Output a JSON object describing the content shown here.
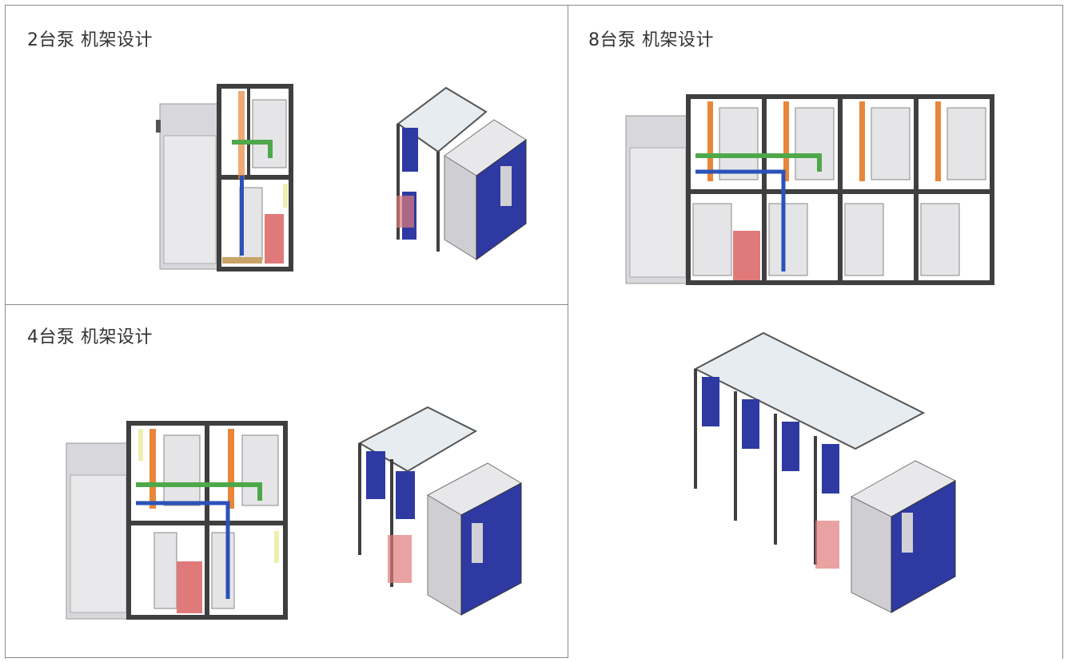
{
  "panels": {
    "two_pump": {
      "title": "2台泵 机架设计"
    },
    "four_pump": {
      "title": "4台泵 机架设计"
    },
    "eight_pump": {
      "title": "8台泵 机架设计"
    }
  },
  "colors": {
    "frame": "#3f3f3f",
    "cabinet": "#d9d9dc",
    "blue_panel": "#2e3aa2",
    "orange_pipe": "#e8863a",
    "green_pipe": "#4ea84a",
    "blue_pipe": "#2a52b8",
    "red_tank": "#e07a7a",
    "yellow_panel": "#eeeeb0",
    "glass": "#e6ecf0"
  },
  "icons": [
    "pump-rack-front-view",
    "pump-rack-isometric-view"
  ]
}
